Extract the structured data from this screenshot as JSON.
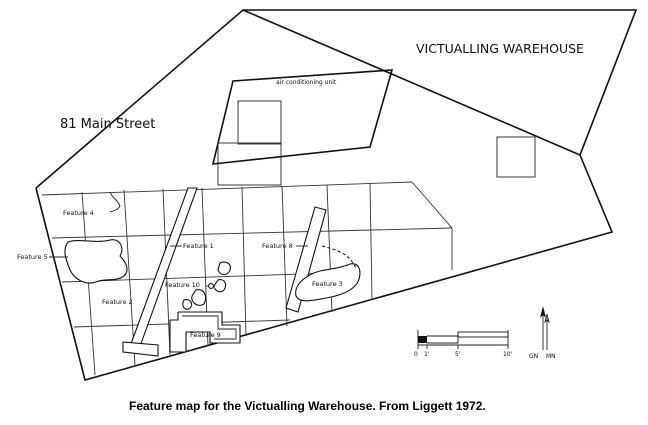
{
  "labels": {
    "building": "VICTUALLING WAREHOUSE",
    "street": "81 Main Street",
    "ac_unit": "air conditioning unit",
    "features": {
      "f1": "Feature 1",
      "f2": "Feature 2",
      "f3": "Feature 3",
      "f4": "Feature 4",
      "f5": "Feature 5",
      "f8": "Feature 8",
      "f9": "Feature 9",
      "f10": "Feature 10"
    }
  },
  "scale_bar": {
    "ticks": [
      "0",
      "1'",
      "5'",
      "10'"
    ]
  },
  "north_arrow": {
    "gn": "GN",
    "mn": "MN"
  },
  "caption": "Feature map for the Victualling Warehouse. From Liggett 1972."
}
